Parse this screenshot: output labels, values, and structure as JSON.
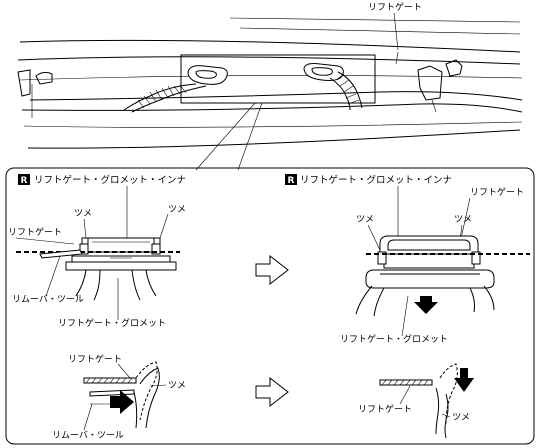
{
  "top_view": {
    "liftgate_label": "リフトゲート"
  },
  "detail_left": {
    "badge": "R",
    "header": "リフトゲート・グロメット・インナ",
    "claw_label": "ツメ",
    "claw_label_2": "ツメ",
    "liftgate_label": "リフトゲート",
    "remover_label": "リムーバ・ツール",
    "grommet_label": "リフトゲート・グロメット"
  },
  "detail_right": {
    "badge": "R",
    "header": "リフトゲート・グロメット・インナ",
    "claw_label": "ツメ",
    "claw_label_2": "ツメ",
    "liftgate_label": "リフトゲート",
    "grommet_label": "リフトゲート・グロメット"
  },
  "section_left": {
    "liftgate_label": "リフトゲート",
    "claw_label": "ツメ",
    "remover_label": "リムーバ・ツール"
  },
  "section_right": {
    "liftgate_label": "リフトゲート",
    "claw_label": "ツメ"
  },
  "colors": {
    "ink": "#000000",
    "paper": "#ffffff"
  },
  "icons": [
    "right-arrow-icon",
    "down-arrow-icon",
    "push-arrow-icon"
  ]
}
